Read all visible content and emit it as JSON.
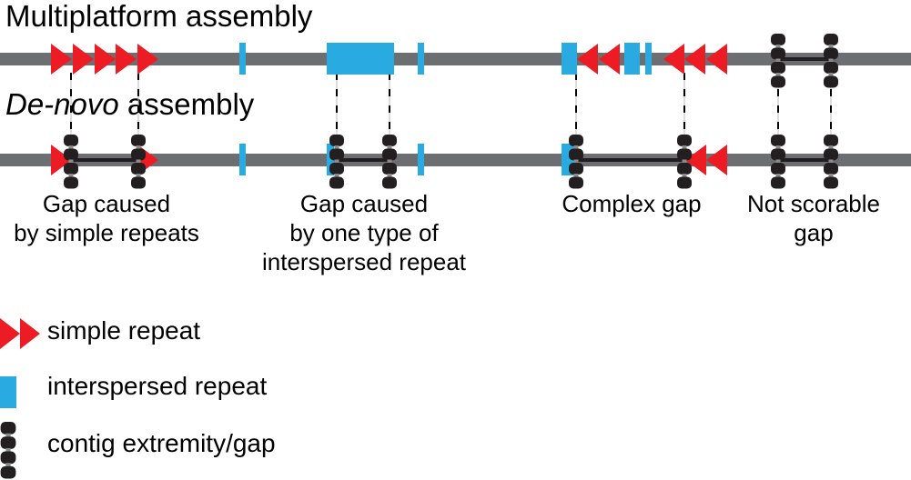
{
  "titles": {
    "multiplatform": "Multiplatform assembly",
    "denovo_italic": "De-novo",
    "denovo_rest": " assembly"
  },
  "captions": [
    {
      "lines": [
        "Gap caused",
        "by simple repeats"
      ]
    },
    {
      "lines": [
        "Gap caused",
        "by one type of",
        "interspersed repeat"
      ]
    },
    {
      "lines": [
        "Complex gap"
      ]
    },
    {
      "lines": [
        "Not scorable",
        "gap"
      ]
    }
  ],
  "legend": [
    {
      "icon": "simple-repeat-icon",
      "label": "simple repeat"
    },
    {
      "icon": "interspersed-repeat-icon",
      "label": "interspersed repeat"
    },
    {
      "icon": "contig-extremity-icon",
      "label": "contig extremity/gap"
    }
  ],
  "colors": {
    "track": "#6d6e71",
    "simple_repeat": "#ed1c24",
    "interspersed_repeat": "#29abe2",
    "contig_gap": "#231f20",
    "connector": "#000000"
  }
}
